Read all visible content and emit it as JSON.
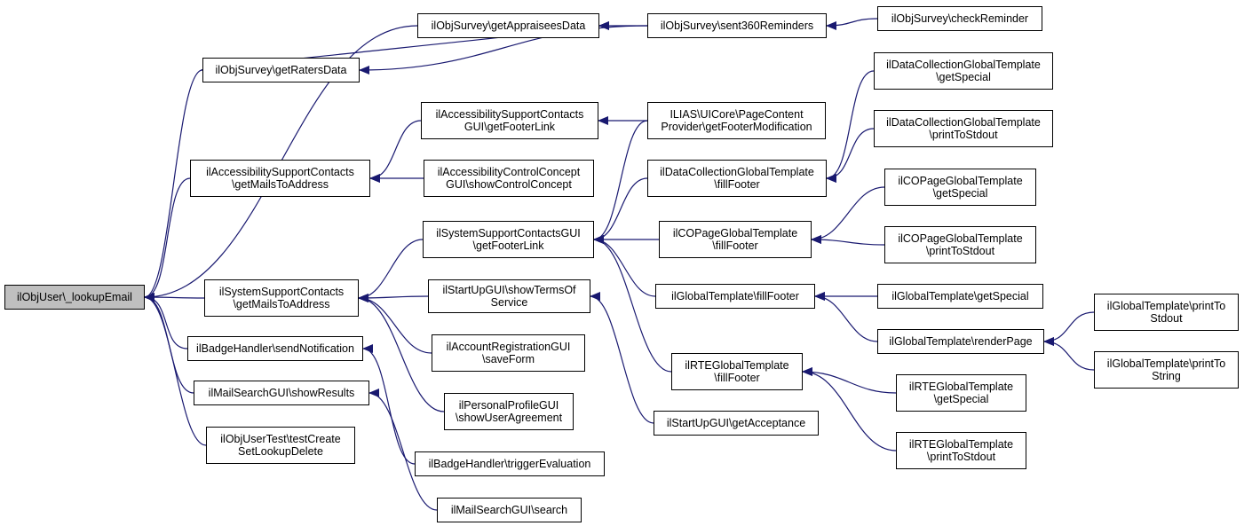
{
  "colors": {
    "edge": "#191970",
    "root_fill": "#bfbfbf",
    "node_border": "#000000"
  },
  "nodes": {
    "lookup_email": [
      "ilObjUser\\_lookupEmail"
    ],
    "get_appraisees": [
      "ilObjSurvey\\getAppraiseesData"
    ],
    "sent360": [
      "ilObjSurvey\\sent360Reminders"
    ],
    "check_reminder": [
      "ilObjSurvey\\checkReminder"
    ],
    "get_raters": [
      "ilObjSurvey\\getRatersData"
    ],
    "acc_footer_link": [
      "ilAccessibilitySupportContacts",
      "GUI\\getFooterLink"
    ],
    "acc_mails": [
      "ilAccessibilitySupportContacts",
      "\\getMailsToAddress"
    ],
    "acc_control": [
      "ilAccessibilityControlConcept",
      "GUI\\showControlConcept"
    ],
    "page_content": [
      "ILIAS\\UICore\\PageContent",
      "Provider\\getFooterModification"
    ],
    "dc_getspecial": [
      "ilDataCollectionGlobalTemplate",
      "\\getSpecial"
    ],
    "dc_print": [
      "ilDataCollectionGlobalTemplate",
      "\\printToStdout"
    ],
    "dc_fillfooter": [
      "ilDataCollectionGlobalTemplate",
      "\\fillFooter"
    ],
    "sys_footer_link": [
      "ilSystemSupportContactsGUI",
      "\\getFooterLink"
    ],
    "sys_mails": [
      "ilSystemSupportContacts",
      "\\getMailsToAddress"
    ],
    "copage_fill": [
      "ilCOPageGlobalTemplate",
      "\\fillFooter"
    ],
    "copage_special": [
      "ilCOPageGlobalTemplate",
      "\\getSpecial"
    ],
    "copage_print": [
      "ilCOPageGlobalTemplate",
      "\\printToStdout"
    ],
    "startup_terms": [
      "ilStartUpGUI\\showTermsOf",
      "Service"
    ],
    "global_fill": [
      "ilGlobalTemplate\\fillFooter"
    ],
    "global_special": [
      "ilGlobalTemplate\\getSpecial"
    ],
    "render_page": [
      "ilGlobalTemplate\\renderPage"
    ],
    "global_print_stdout": [
      "ilGlobalTemplate\\printTo",
      "Stdout"
    ],
    "global_print_string": [
      "ilGlobalTemplate\\printTo",
      "String"
    ],
    "account_reg": [
      "ilAccountRegistrationGUI",
      "\\saveForm"
    ],
    "badge_send": [
      "ilBadgeHandler\\sendNotification"
    ],
    "rte_fill": [
      "ilRTEGlobalTemplate",
      "\\fillFooter"
    ],
    "rte_special": [
      "ilRTEGlobalTemplate",
      "\\getSpecial"
    ],
    "rte_print": [
      "ilRTEGlobalTemplate",
      "\\printToStdout"
    ],
    "mail_show": [
      "ilMailSearchGUI\\showResults"
    ],
    "personal_profile": [
      "ilPersonalProfileGUI",
      "\\showUserAgreement"
    ],
    "startup_accept": [
      "ilStartUpGUI\\getAcceptance"
    ],
    "objuser_test": [
      "ilObjUserTest\\testCreate",
      "SetLookupDelete"
    ],
    "badge_trigger": [
      "ilBadgeHandler\\triggerEvaluation"
    ],
    "mail_search": [
      "ilMailSearchGUI\\search"
    ]
  },
  "edges": [
    [
      "get_appraisees",
      "lookup_email"
    ],
    [
      "get_raters",
      "lookup_email"
    ],
    [
      "acc_mails",
      "lookup_email"
    ],
    [
      "sys_mails",
      "lookup_email"
    ],
    [
      "badge_send",
      "lookup_email"
    ],
    [
      "mail_show",
      "lookup_email"
    ],
    [
      "objuser_test",
      "lookup_email"
    ],
    [
      "get_raters",
      "get_appraisees"
    ],
    [
      "sent360",
      "get_appraisees"
    ],
    [
      "sent360",
      "get_raters"
    ],
    [
      "check_reminder",
      "sent360"
    ],
    [
      "acc_footer_link",
      "acc_mails"
    ],
    [
      "acc_control",
      "acc_mails"
    ],
    [
      "page_content",
      "acc_footer_link"
    ],
    [
      "sys_footer_link",
      "sys_mails"
    ],
    [
      "startup_terms",
      "sys_mails"
    ],
    [
      "account_reg",
      "sys_mails"
    ],
    [
      "personal_profile",
      "sys_mails"
    ],
    [
      "page_content",
      "sys_footer_link"
    ],
    [
      "dc_fillfooter",
      "sys_footer_link"
    ],
    [
      "copage_fill",
      "sys_footer_link"
    ],
    [
      "global_fill",
      "sys_footer_link"
    ],
    [
      "rte_fill",
      "sys_footer_link"
    ],
    [
      "dc_getspecial",
      "dc_fillfooter"
    ],
    [
      "dc_print",
      "dc_fillfooter"
    ],
    [
      "copage_special",
      "copage_fill"
    ],
    [
      "copage_print",
      "copage_fill"
    ],
    [
      "global_special",
      "global_fill"
    ],
    [
      "render_page",
      "global_fill"
    ],
    [
      "global_print_stdout",
      "render_page"
    ],
    [
      "global_print_string",
      "render_page"
    ],
    [
      "rte_special",
      "rte_fill"
    ],
    [
      "rte_print",
      "rte_fill"
    ],
    [
      "startup_accept",
      "startup_terms"
    ],
    [
      "badge_trigger",
      "badge_send"
    ],
    [
      "mail_search",
      "mail_show"
    ]
  ]
}
